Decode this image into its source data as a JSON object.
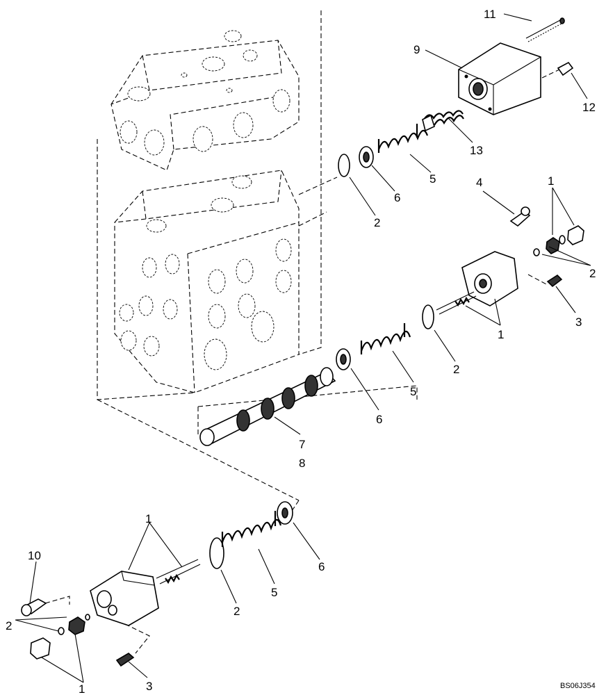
{
  "figure_code": "BS06J354",
  "callouts": {
    "c1a": "1",
    "c1b": "1",
    "c1c": "1",
    "c1d": "1",
    "c2a": "2",
    "c2b": "2",
    "c2c": "2",
    "c2d": "2",
    "c2e": "2",
    "c3a": "3",
    "c3b": "3",
    "c4": "4",
    "c5a": "5",
    "c5b": "5",
    "c5c": "5",
    "c6a": "6",
    "c6b": "6",
    "c6c": "6",
    "c7": "7",
    "c8": "8",
    "c9": "9",
    "c10": "10",
    "c11": "11",
    "c12": "12",
    "c13": "13"
  }
}
